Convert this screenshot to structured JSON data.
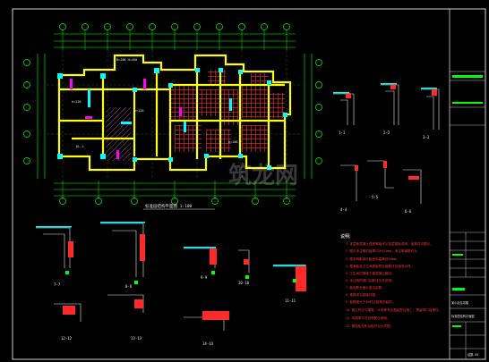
{
  "drawing": {
    "plan_title": "标准层结构平面图 1:100",
    "notes_header": "说明:",
    "notes": [
      "1  本层板混凝土强度等级详见各层楼板说明，板厚详见图示。",
      "2  图中未注明的板厚均为120mm，未注明钢筋均为",
      "3  图中阴影部分板面标高降低50mm。",
      "4  屋面板及卫生间楼板附加钢筋详见相关大样。",
      "5  卫生间四周墙下做混凝土翻边。",
      "6  未注明的洞口加筋详见总说明。",
      "7  板负筋长度从梁边起算。",
      "8  楼梯详见楼梯详图。",
      "9  板跨度大于4m时应按规范起拱。",
      "10 施工时应与建筑、水电等专业图纸配合施工，预留洞口及埋件。",
      "11 本图须与总说明配合使用。",
      "12 悬挑板及阳台板详见大样图。"
    ],
    "detail_labels": [
      "1-1",
      "2-2",
      "3-3",
      "4-4",
      "5-5",
      "6-6",
      "7-7",
      "8-8",
      "9-9",
      "10-10",
      "11-11",
      "12-12",
      "13-13",
      "14-14"
    ],
    "title_block": {
      "project": "某小区住宅楼",
      "sheet_title": "标准层结构平面图",
      "sheet_no": "结施-05"
    },
    "watermark": "筑龙网",
    "colors": {
      "background": "#000000",
      "grid_line": "#00ff00",
      "beam": "#ffff00",
      "column": "#00ffff",
      "slab_hatch": "#ff2a2a",
      "accent": "#ff00ff",
      "text": "#e6e6e6"
    }
  }
}
